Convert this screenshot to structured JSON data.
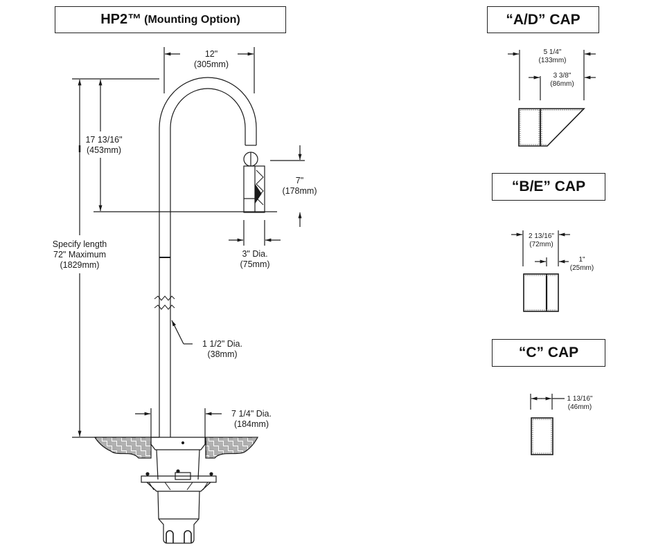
{
  "main_title": {
    "name": "HP2™",
    "suffix": "(Mounting Option)"
  },
  "dimensions": {
    "gooseneck_width": {
      "imperial": "12\"",
      "metric": "(305mm)"
    },
    "gooseneck_height": {
      "imperial": "17 13/16\"",
      "metric": "(453mm)"
    },
    "overall_length": {
      "line1": "Specify length",
      "line2": "72\" Maximum",
      "line3": "(1829mm)"
    },
    "head_height": {
      "imperial": "7\"",
      "metric": "(178mm)"
    },
    "head_diameter": {
      "imperial": "3\" Dia.",
      "metric": "(75mm)"
    },
    "pipe_diameter": {
      "imperial": "1 1/2\" Dia.",
      "metric": "(38mm)"
    },
    "flange_diameter": {
      "imperial": "7 1/4\" Dia.",
      "metric": "(184mm)"
    }
  },
  "caps": [
    {
      "title": "“A/D” CAP",
      "dims": [
        {
          "imperial": "5 1/4\"",
          "metric": "(133mm)"
        },
        {
          "imperial": "3 3/8\"",
          "metric": "(86mm)"
        }
      ]
    },
    {
      "title": "“B/E” CAP",
      "dims": [
        {
          "imperial": "2 13/16\"",
          "metric": "(72mm)"
        },
        {
          "imperial": "1\"",
          "metric": "(25mm)"
        }
      ]
    },
    {
      "title": "“C” CAP",
      "dims": [
        {
          "imperial": "1 13/16\"",
          "metric": "(46mm)"
        }
      ]
    }
  ],
  "colors": {
    "line": "#1a1a1a",
    "background": "#ffffff"
  }
}
